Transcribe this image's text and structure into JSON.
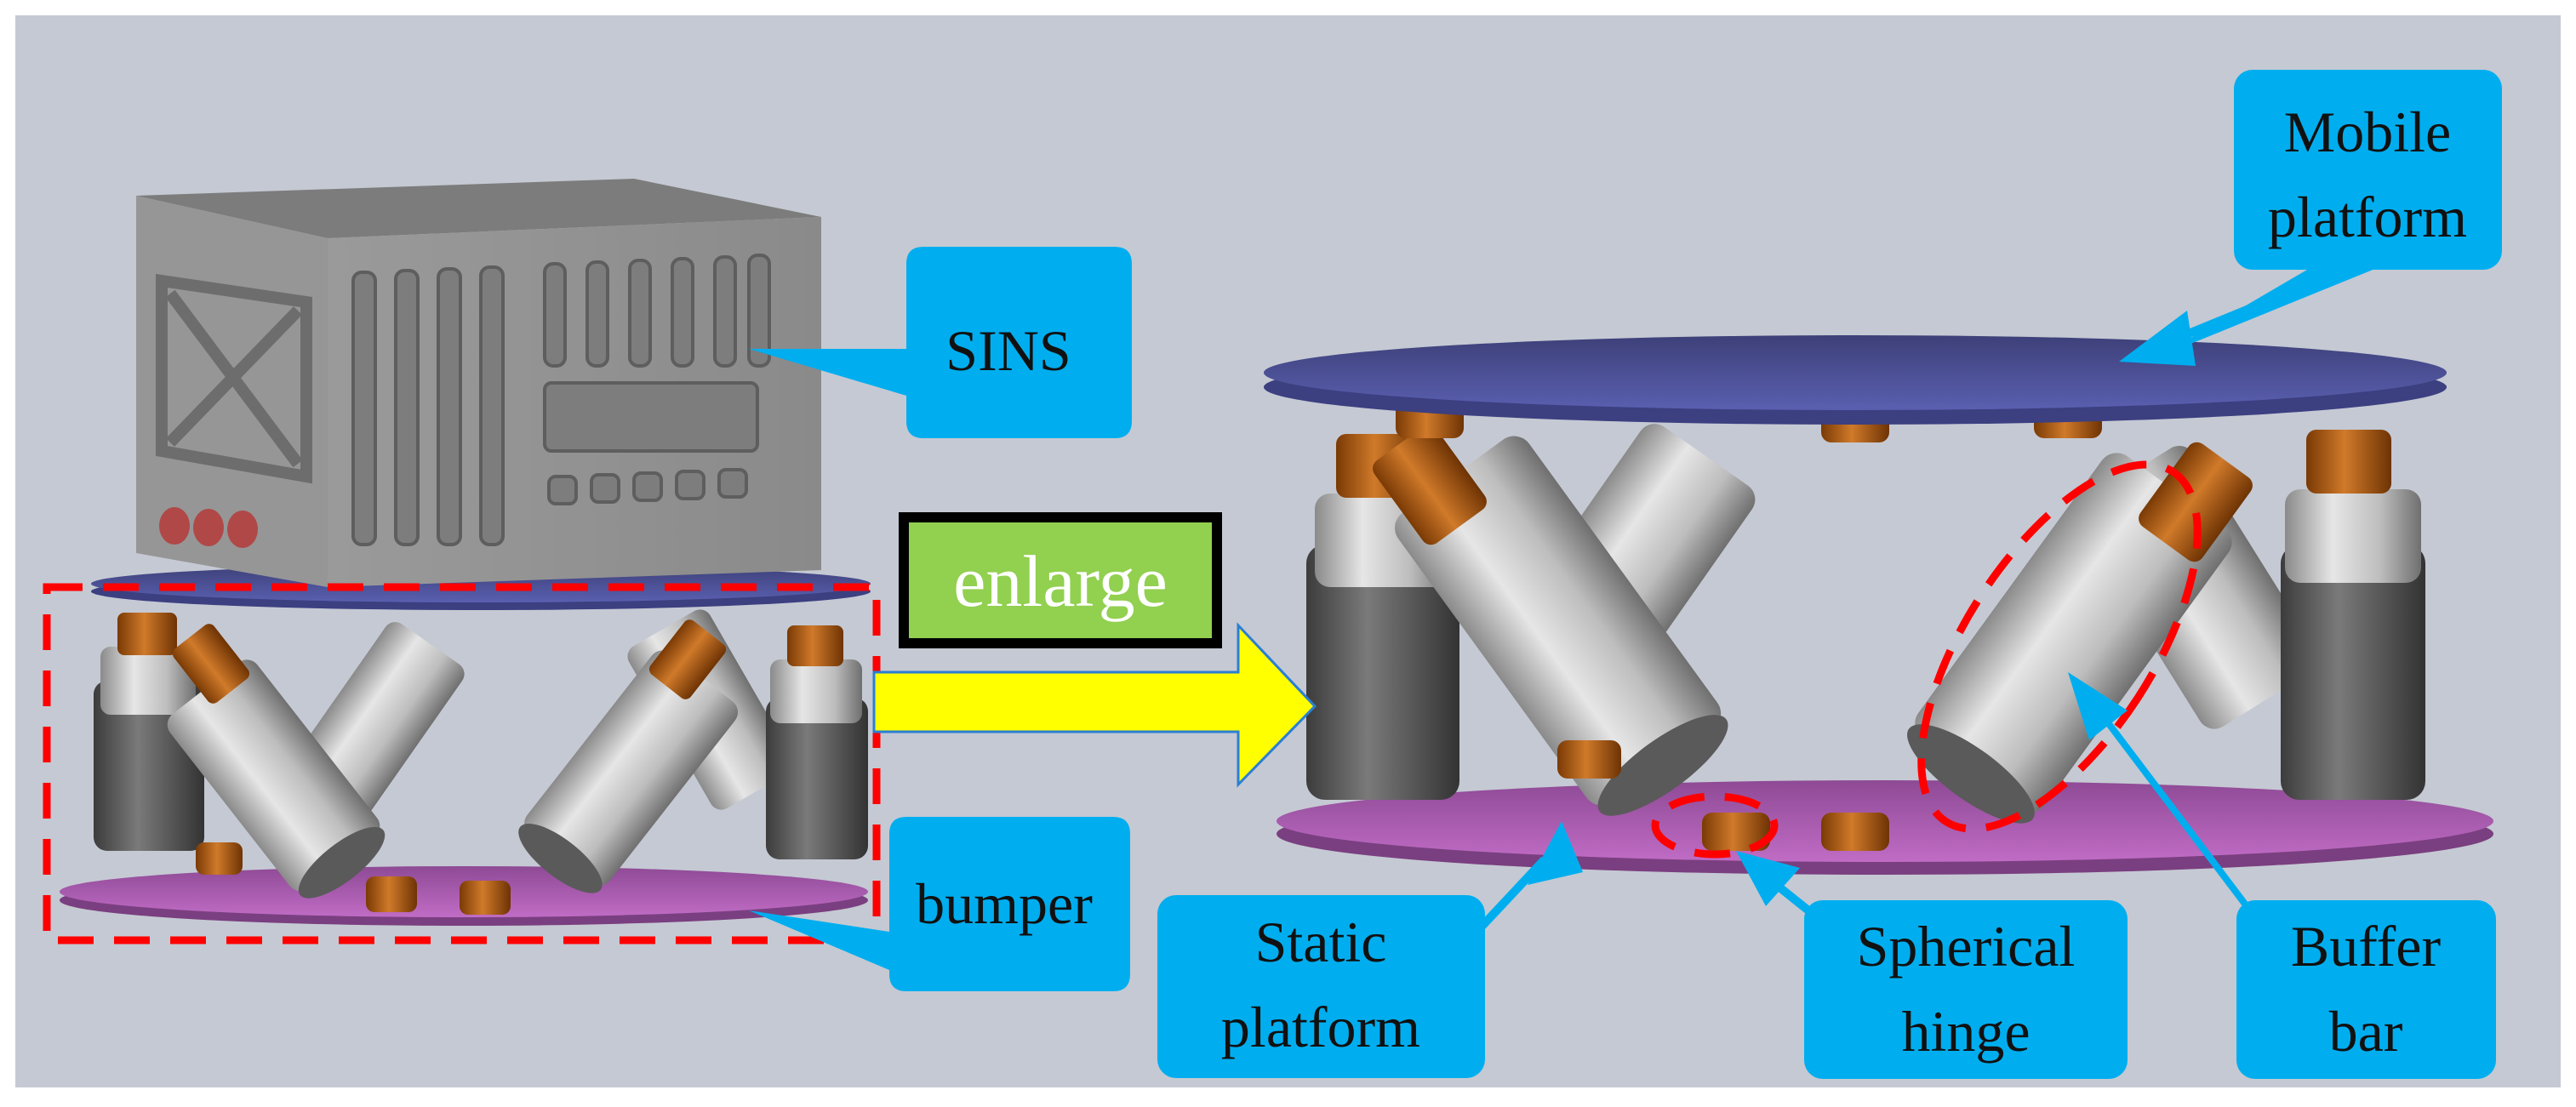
{
  "labels": {
    "sins": "SINS",
    "enlarge": "enlarge",
    "bumper": "bumper",
    "mobile_platform_line1": "Mobile",
    "mobile_platform_line2": "platform",
    "static_platform_line1": "Static",
    "static_platform_line2": "platform",
    "spherical_hinge_line1": "Spherical",
    "spherical_hinge_line2": "hinge",
    "buffer_bar_line1": "Buffer",
    "buffer_bar_line2": "bar"
  },
  "colors": {
    "background": "#c5c9d3",
    "callout_fill": "#00aeef",
    "enlarge_fill": "#92d050",
    "enlarge_border": "#000000",
    "arrow_fill": "#ffff00",
    "arrow_stroke": "#2a7fd4",
    "highlight_dash": "#ff0000",
    "mobile_platform": "#4a4f99",
    "static_platform": "#b05fb5",
    "damper_body": "#bfbfbf",
    "hinge": "#b85c10",
    "sins_box": "#8c8c8c"
  },
  "icons": {
    "sins": "sins-box-icon",
    "platform": "stewart-platform-icon"
  }
}
